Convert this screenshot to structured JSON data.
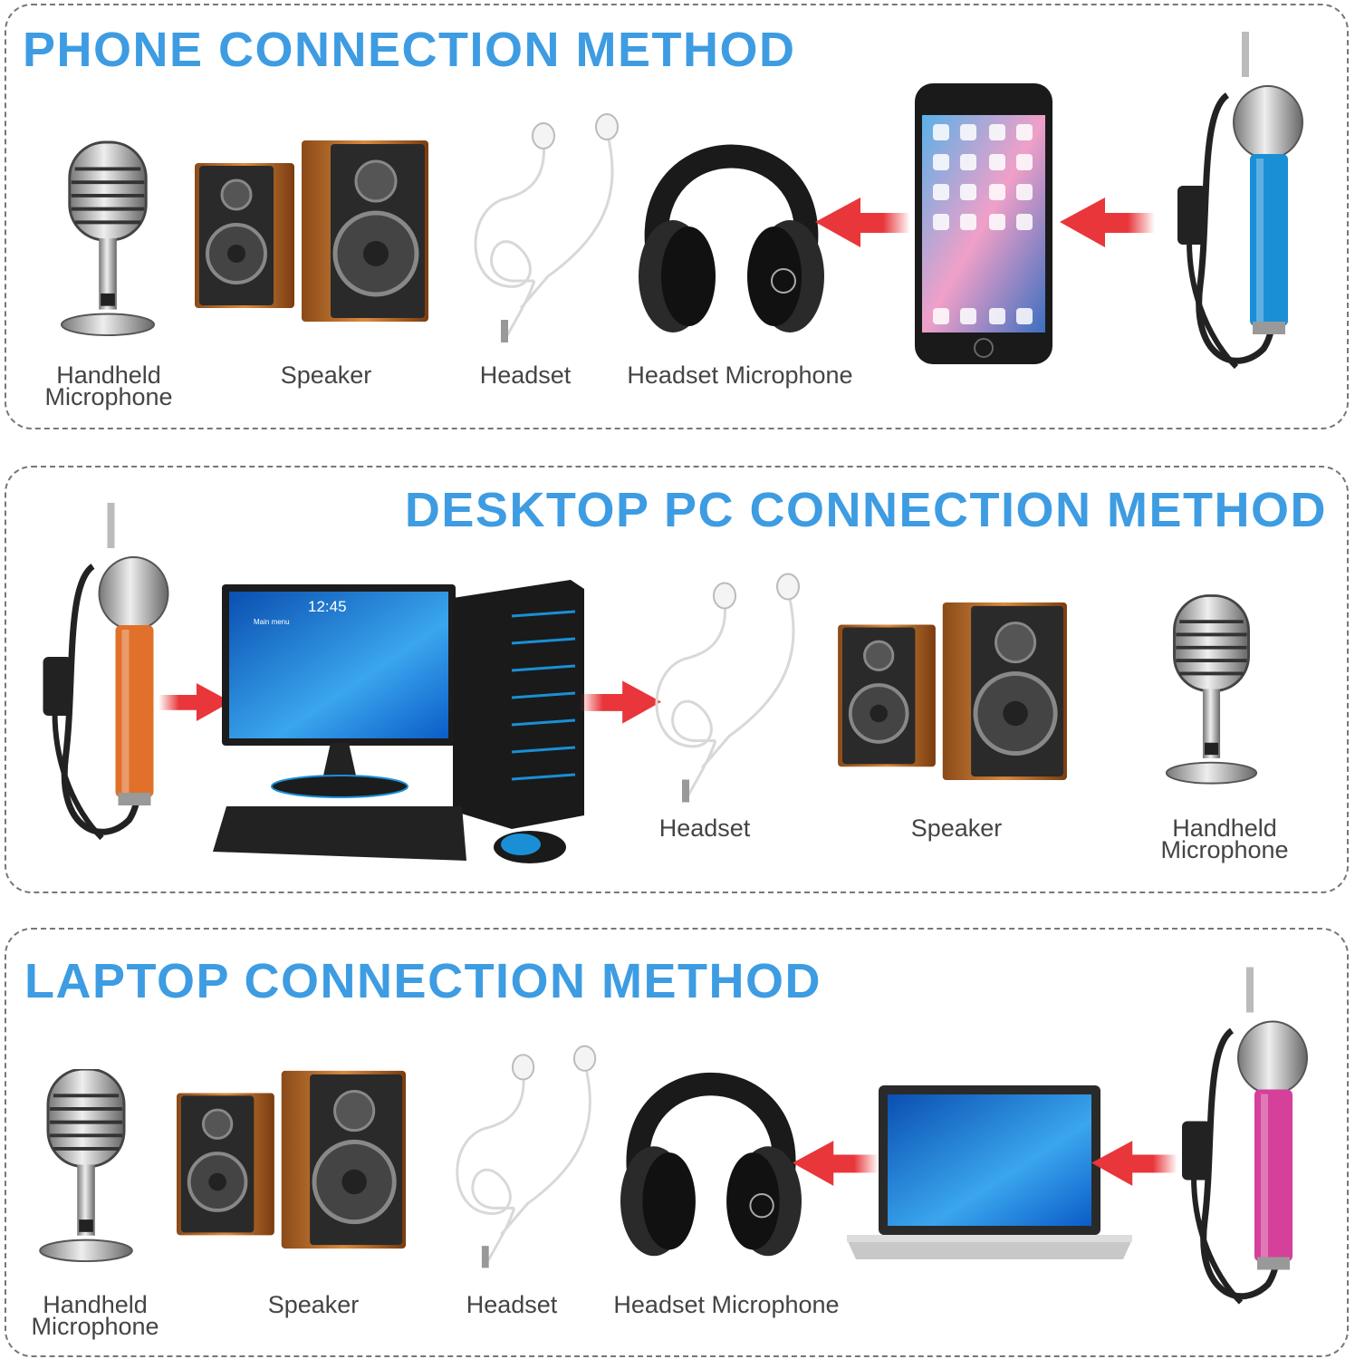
{
  "sections": [
    {
      "title": "PHONE CONNECTION METHOD",
      "labels": [
        "Handheld\nMicrophone",
        "Speaker",
        "Headset",
        "Headset Microphone"
      ]
    },
    {
      "title": "DESKTOP PC CONNECTION METHOD",
      "labels": [
        "Headset",
        "Speaker",
        "Handheld\nMicrophone"
      ],
      "screen_time": "12:45",
      "screen_menu": "Main menu"
    },
    {
      "title": "LAPTOP CONNECTION METHOD",
      "labels": [
        "Handheld\nMicrophone",
        "Speaker",
        "Headset",
        "Headset Microphone"
      ]
    }
  ],
  "colors": {
    "title": "#3d9ce2",
    "arrow": "#e8363a",
    "mic_blue": "#1a8fd6",
    "mic_orange": "#e0702a",
    "mic_pink": "#d4409a"
  }
}
